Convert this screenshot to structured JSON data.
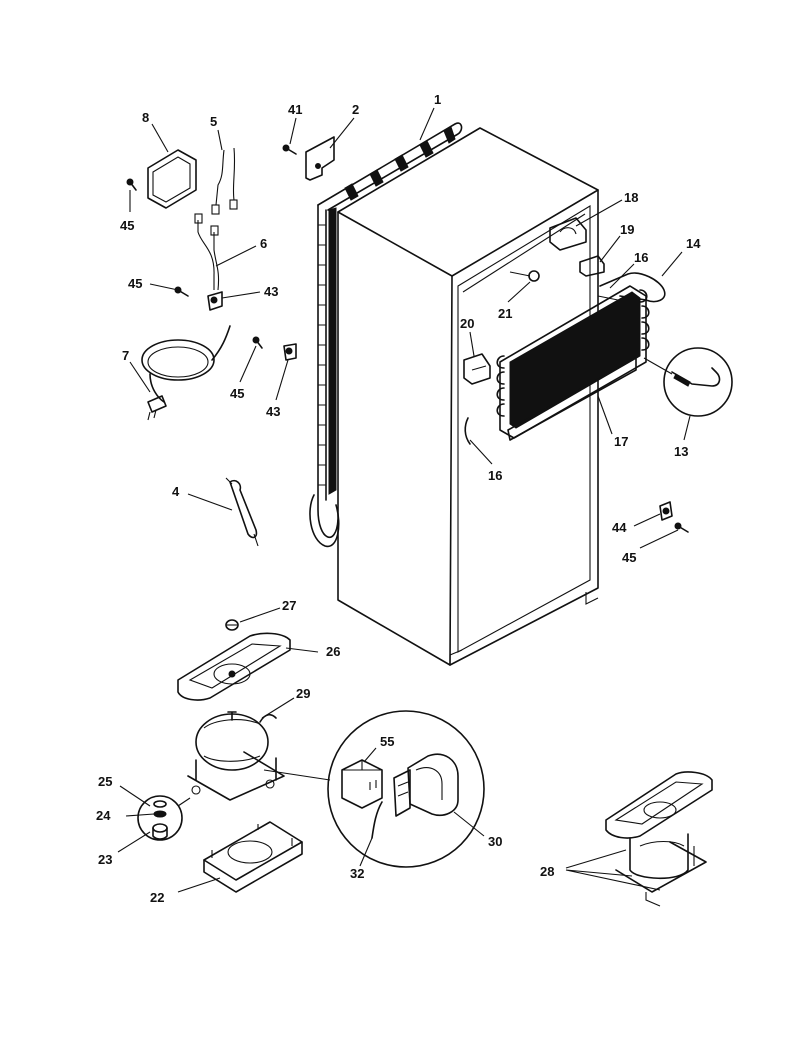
{
  "diagram": {
    "labels": {
      "p1": "1",
      "p2": "2",
      "p41": "41",
      "p8": "8",
      "p5": "5",
      "p45a": "45",
      "p6": "6",
      "p45b": "45",
      "p43a": "43",
      "p7": "7",
      "p45c": "45",
      "p43b": "43",
      "p4": "4",
      "p18": "18",
      "p19": "19",
      "p16a": "16",
      "p14": "14",
      "p20": "20",
      "p21": "21",
      "p13": "13",
      "p17": "17",
      "p16b": "16",
      "p44": "44",
      "p45d": "45",
      "p27": "27",
      "p26": "26",
      "p29": "29",
      "p55": "55",
      "p25": "25",
      "p24": "24",
      "p23": "23",
      "p30": "30",
      "p32": "32",
      "p22": "22",
      "p28": "28"
    }
  }
}
